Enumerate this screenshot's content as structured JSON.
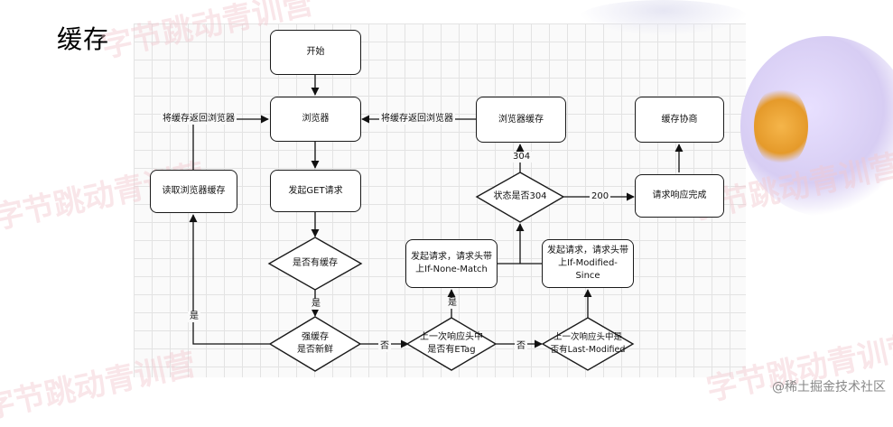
{
  "page": {
    "title": "缓存",
    "credit": "@稀土掘金技术社区"
  },
  "watermark": {
    "text": "字节跳动青训营",
    "color": "#f2c9d0"
  },
  "flowchart": {
    "nodes": {
      "start": "开始",
      "browser": "浏览器",
      "send_get": "发起GET请求",
      "has_cache": "是否有缓存",
      "strong_cache": "强缓存\n是否新鲜",
      "read_cache": "读取浏览器缓存",
      "last_etag": "上一次响应头中\n是否有ETag",
      "last_modified": "上一次响应头中是\n否有Last-Modified",
      "req_inm": "发起请求，请求头带\n上If-None-Match",
      "req_ims": "发起请求，请求头带\n上If-Modified-Since",
      "status_304": "状态是否304",
      "browser_cache": "浏览器缓存",
      "response_done": "请求响应完成",
      "negotiate": "缓存协商"
    },
    "edge_labels": {
      "return_left": "将缓存返回浏览器",
      "return_right": "将缓存返回浏览器",
      "yes_has_cache": "是",
      "yes_fresh": "是",
      "no_fresh": "否",
      "yes_etag": "是",
      "no_etag": "否",
      "code_304": "304",
      "code_200": "200"
    }
  }
}
